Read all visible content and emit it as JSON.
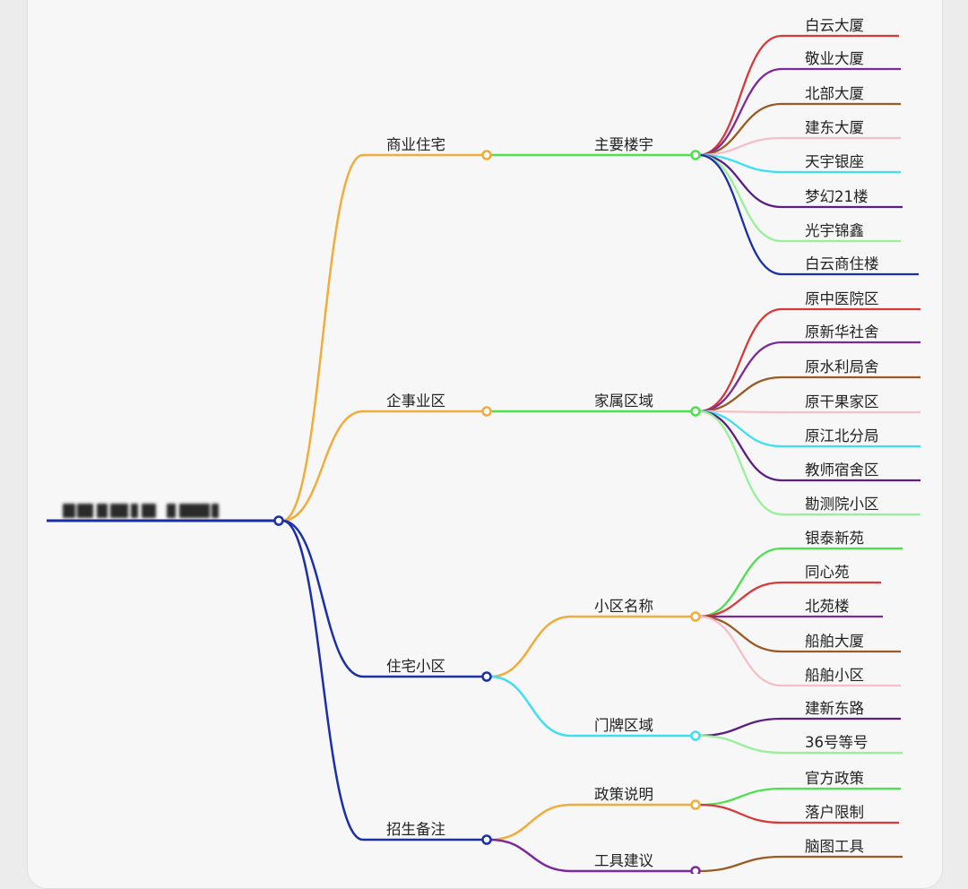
{
  "root": {
    "label": "",
    "color": "#1a2fa8"
  },
  "branches": [
    {
      "label": "商业住宅",
      "color": "#f0ad3c",
      "children": [
        {
          "label": "主要楼宇",
          "color": "#4ee04e",
          "leaves": [
            {
              "label": "白云大厦",
              "color": "#d63a3a"
            },
            {
              "label": "敬业大厦",
              "color": "#7b2a9c"
            },
            {
              "label": "北部大厦",
              "color": "#9a5a22"
            },
            {
              "label": "建东大厦",
              "color": "#f4bfc8"
            },
            {
              "label": "天宇银座",
              "color": "#3fdff2"
            },
            {
              "label": "梦幻21楼",
              "color": "#5a1f80"
            },
            {
              "label": "光宇锦鑫",
              "color": "#98f098"
            },
            {
              "label": "白云商住楼",
              "color": "#1a2fa8"
            }
          ]
        }
      ]
    },
    {
      "label": "企事业区",
      "color": "#f0ad3c",
      "children": [
        {
          "label": "家属区域",
          "color": "#4ee04e",
          "leaves": [
            {
              "label": "原中医院区",
              "color": "#d63a3a"
            },
            {
              "label": "原新华社舍",
              "color": "#7b2a9c"
            },
            {
              "label": "原水利局舍",
              "color": "#9a5a22"
            },
            {
              "label": "原干果家区",
              "color": "#f4bfc8"
            },
            {
              "label": "原江北分局",
              "color": "#3fdff2"
            },
            {
              "label": "教师宿舍区",
              "color": "#5a1f80"
            },
            {
              "label": "勘测院小区",
              "color": "#98f098"
            }
          ]
        }
      ]
    },
    {
      "label": "住宅小区",
      "color": "#1a2fa8",
      "children": [
        {
          "label": "小区名称",
          "color": "#f0ad3c",
          "leaves": [
            {
              "label": "银泰新苑",
              "color": "#4ee04e"
            },
            {
              "label": "同心苑",
              "color": "#d63a3a"
            },
            {
              "label": "北苑楼",
              "color": "#7b2a9c"
            },
            {
              "label": "船舶大厦",
              "color": "#9a5a22"
            },
            {
              "label": "船舶小区",
              "color": "#f4bfc8"
            }
          ]
        },
        {
          "label": "门牌区域",
          "color": "#3fdff2",
          "leaves": [
            {
              "label": "建新东路",
              "color": "#5a1f80"
            },
            {
              "label": "36号等号",
              "color": "#98f098"
            }
          ]
        }
      ]
    },
    {
      "label": "招生备注",
      "color": "#1a2fa8",
      "children": [
        {
          "label": "政策说明",
          "color": "#f0ad3c",
          "leaves": [
            {
              "label": "官方政策",
              "color": "#4ee04e"
            },
            {
              "label": "落户限制",
              "color": "#d63a3a"
            }
          ]
        },
        {
          "label": "工具建议",
          "color": "#7b2a9c",
          "leaves": [
            {
              "label": "脑图工具",
              "color": "#9a5a22"
            }
          ]
        }
      ]
    }
  ]
}
